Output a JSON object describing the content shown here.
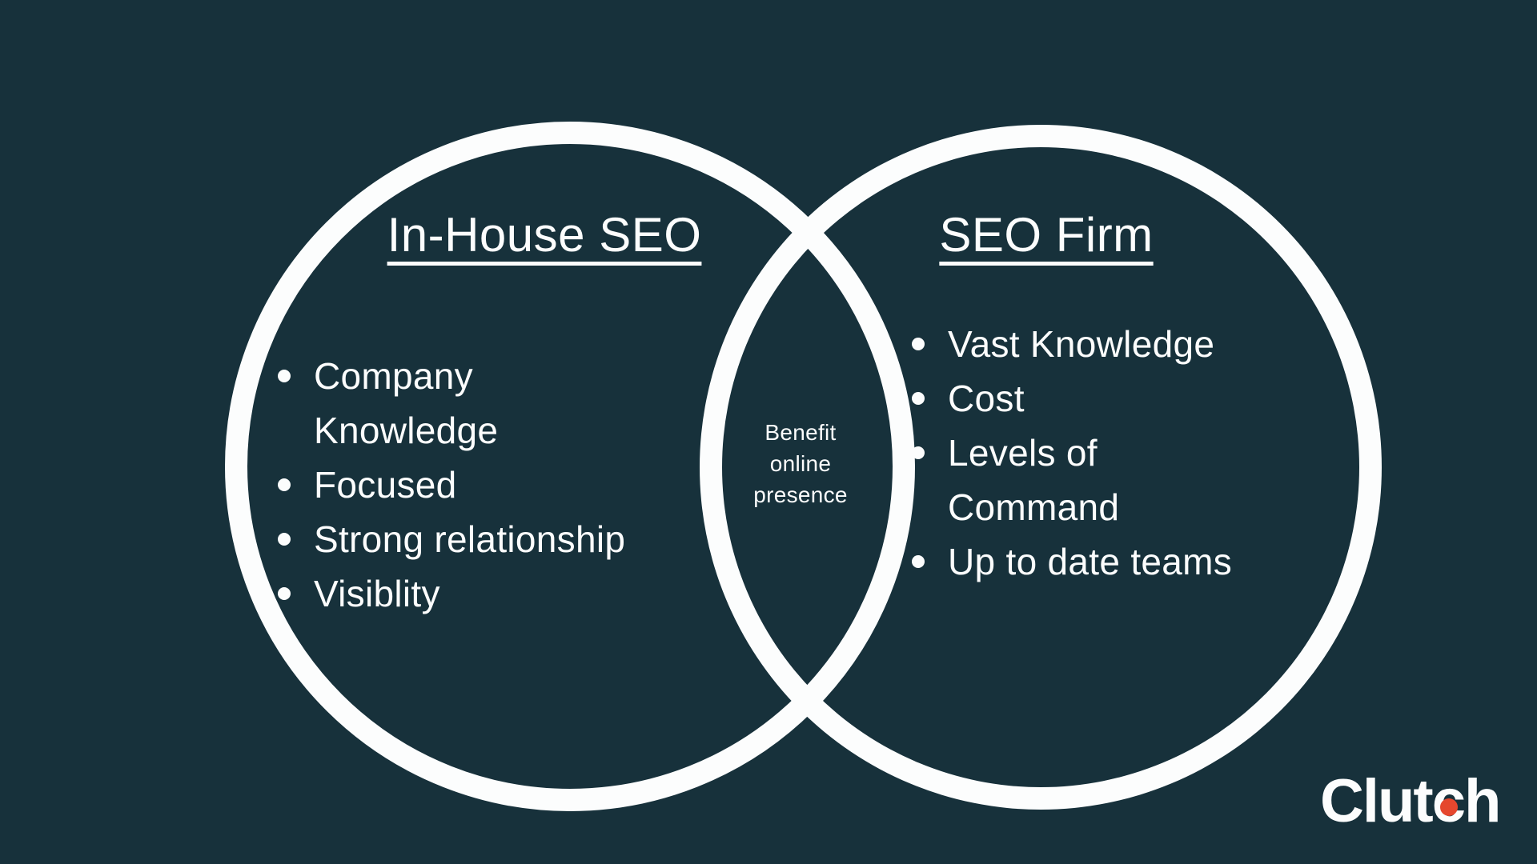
{
  "colors": {
    "background": "#17313b",
    "foreground": "#fcfdfd",
    "logo_dot": "#e5472e"
  },
  "venn": {
    "left": {
      "title": "In-House SEO",
      "items": [
        "Company\nKnowledge",
        "Focused",
        "Strong relationship",
        "Visiblity"
      ]
    },
    "right": {
      "title": "SEO Firm",
      "items": [
        "Vast Knowledge",
        "Cost",
        "Levels of\nCommand",
        "Up to date teams"
      ]
    },
    "overlap_label": "Benefit\nonline\npresence"
  },
  "branding": {
    "logo_text": "Clutch",
    "logo_part1": "Clut",
    "logo_dot_letter": "c",
    "logo_part2": "h"
  }
}
